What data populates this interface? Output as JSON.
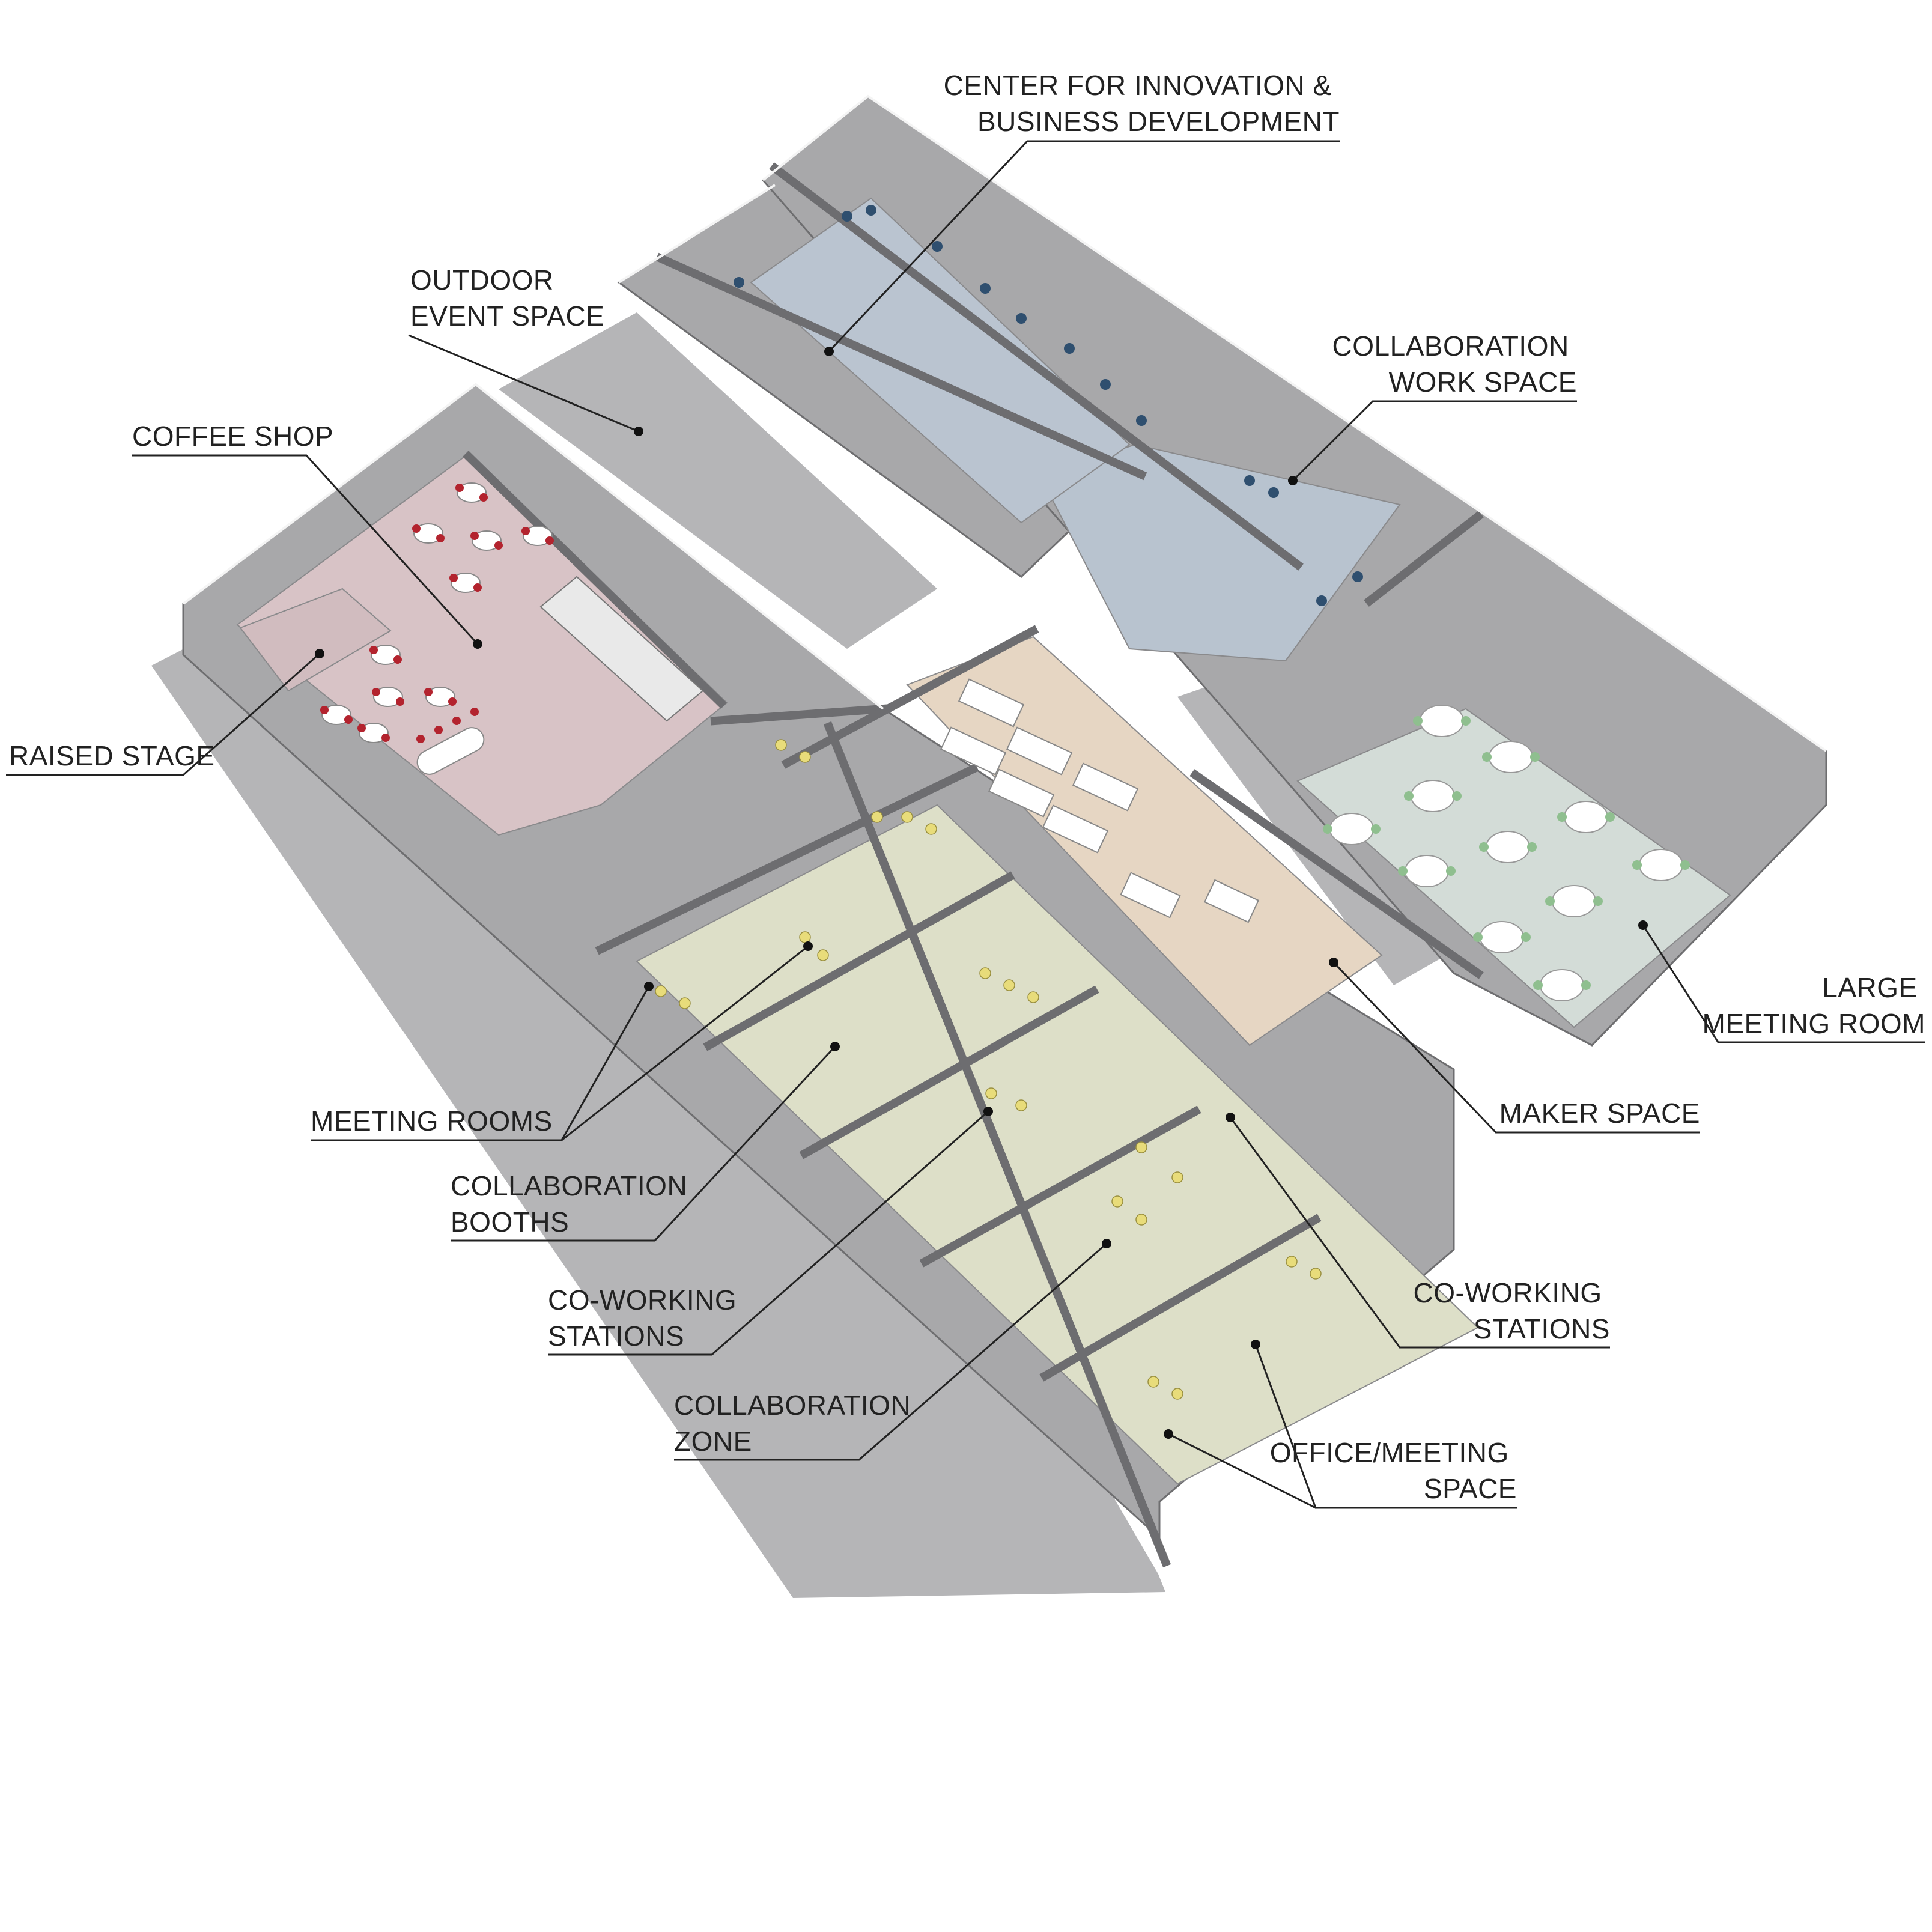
{
  "labels": {
    "center_innovation": [
      "CENTER FOR INNOVATION &",
      "BUSINESS DEVELOPMENT"
    ],
    "outdoor_event": [
      "OUTDOOR",
      "EVENT SPACE"
    ],
    "collaboration_work": [
      "COLLABORATION",
      "WORK SPACE"
    ],
    "coffee_shop": [
      "COFFEE SHOP"
    ],
    "raised_stage": [
      "RAISED STAGE"
    ],
    "large_meeting": [
      "LARGE",
      "MEETING ROOM"
    ],
    "maker_space": [
      "MAKER SPACE"
    ],
    "meeting_rooms": [
      "MEETING ROOMS"
    ],
    "collaboration_booths": [
      "COLLABORATION",
      "BOOTHS"
    ],
    "coworking_left": [
      "CO-WORKING",
      "STATIONS"
    ],
    "coworking_right": [
      "CO-WORKING",
      "STATIONS"
    ],
    "collaboration_zone": [
      "COLLABORATION",
      "ZONE"
    ],
    "office_meeting": [
      "OFFICE/MEETING",
      "SPACE"
    ]
  },
  "colors": {
    "coffee_floor": "#d8c3c6",
    "meeting_floor": "#dddfc8",
    "maker_floor": "#e6d6c3",
    "collab_floor": "#b8c3cf",
    "large_meeting_floor": "#d3dcd7",
    "wall": "#a9a9ab",
    "wall_top": "#f2f2f2",
    "ground": "#b5b5b7",
    "chair_red": "#b3232e",
    "chair_yellow": "#e8dc7a",
    "chair_green": "#8fbf8f",
    "chair_blue": "#2f4f6f"
  }
}
